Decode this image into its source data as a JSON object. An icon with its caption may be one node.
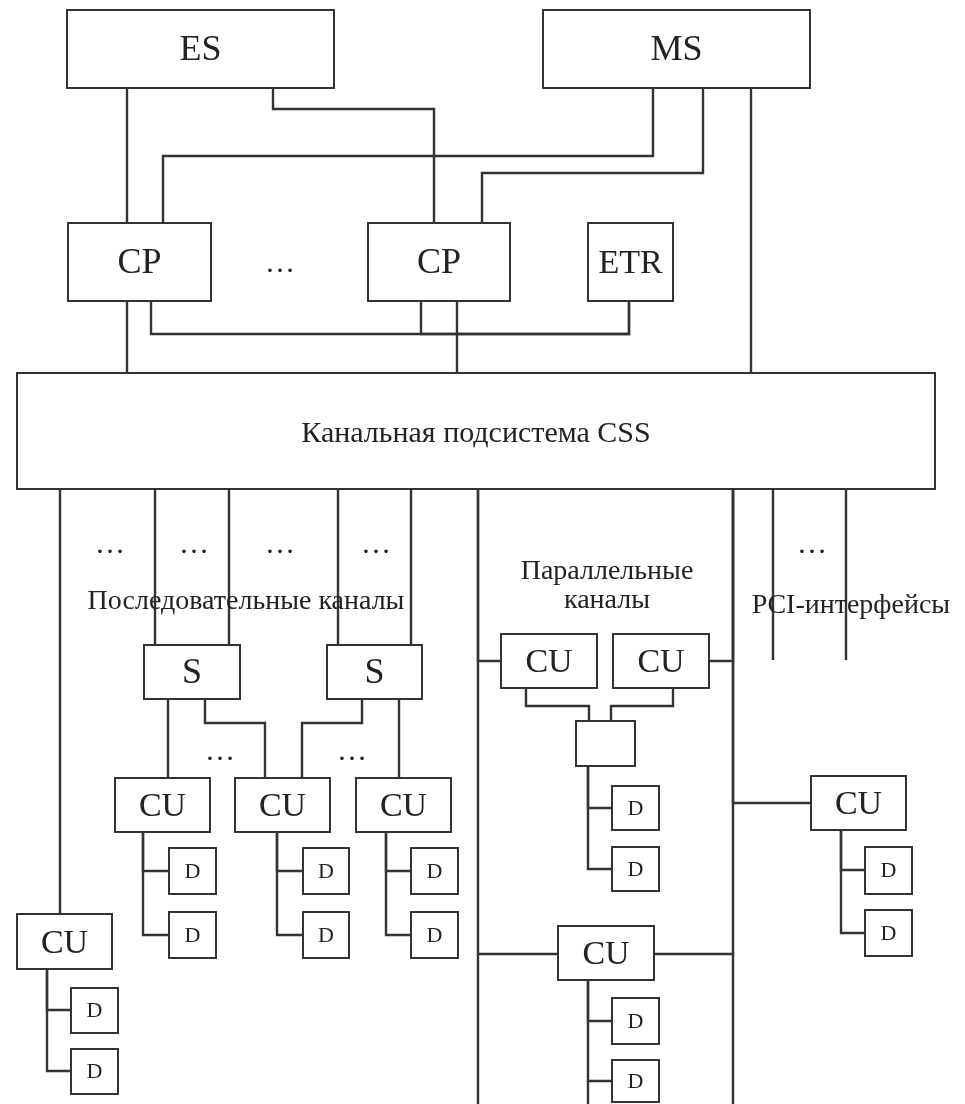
{
  "diagram": {
    "nodes": [
      {
        "text": [
          "ES"
        ]
      },
      {
        "text": [
          "MS"
        ]
      },
      {
        "text": [
          "CP"
        ]
      },
      {
        "text": [
          "CP"
        ]
      },
      {
        "text": [
          "ETR"
        ]
      },
      {
        "text": [
          "Канальная подсистема CSS"
        ]
      },
      {
        "text": [
          "CU"
        ]
      },
      {
        "text": [
          "CU"
        ]
      },
      {
        "text": [
          "S"
        ]
      },
      {
        "text": [
          "S"
        ]
      },
      {
        "text": [],
        "shape": "box"
      },
      {
        "text": [
          "CU"
        ]
      },
      {
        "text": [
          "CU"
        ]
      },
      {
        "text": [
          "CU"
        ]
      },
      {
        "text": [
          "CU"
        ]
      },
      {
        "text": [
          "D"
        ]
      },
      {
        "text": [
          "D"
        ]
      },
      {
        "text": [
          "D"
        ]
      },
      {
        "text": [
          "D"
        ]
      },
      {
        "text": [
          "D"
        ]
      },
      {
        "text": [
          "D"
        ]
      },
      {
        "text": [
          "D"
        ]
      },
      {
        "text": [
          "D"
        ]
      },
      {
        "text": [
          "D"
        ]
      },
      {
        "text": [
          "D"
        ]
      },
      {
        "text": [
          "CU"
        ]
      },
      {
        "text": [
          "CU"
        ]
      },
      {
        "text": [
          "D"
        ]
      },
      {
        "text": [
          "D"
        ]
      },
      {
        "text": [
          "D"
        ]
      },
      {
        "text": [
          "D"
        ]
      }
    ],
    "edges": [
      {
        "from": 0,
        "to": 2,
        "arrow": "none"
      },
      {
        "from": 0,
        "to": 3,
        "arrow": "none"
      },
      {
        "from": 1,
        "to": 2,
        "arrow": "none"
      },
      {
        "from": 1,
        "to": 3,
        "arrow": "none"
      },
      {
        "from": 1,
        "to": 5,
        "arrow": "none"
      },
      {
        "from": 2,
        "to": 5,
        "arrow": "none"
      },
      {
        "from": 3,
        "to": 5,
        "arrow": "none"
      },
      {
        "from": 2,
        "to": 4,
        "arrow": "none"
      },
      {
        "from": 3,
        "to": 4,
        "arrow": "none"
      },
      {
        "from": 5,
        "to": 25,
        "arrow": "none"
      },
      {
        "from": 5,
        "to": 8,
        "arrow": "none"
      },
      {
        "from": 5,
        "to": 8,
        "arrow": "none"
      },
      {
        "from": 5,
        "to": 9,
        "arrow": "none"
      },
      {
        "from": 5,
        "to": 9,
        "arrow": "none"
      },
      {
        "from": 8,
        "to": 12,
        "arrow": "none"
      },
      {
        "from": 8,
        "to": 13,
        "arrow": "none"
      },
      {
        "from": 9,
        "to": 13,
        "arrow": "none"
      },
      {
        "from": 9,
        "to": 14,
        "arrow": "none"
      },
      {
        "from": 5,
        "to": 6,
        "arrow": "none"
      },
      {
        "from": 5,
        "to": 7,
        "arrow": "none"
      },
      {
        "from": 5,
        "to": 26,
        "arrow": "none"
      },
      {
        "from": 5,
        "to": 26,
        "arrow": "none"
      },
      {
        "from": 5,
        "to": 11,
        "arrow": "none"
      },
      {
        "from": 5,
        "to": null,
        "arrow": "none"
      },
      {
        "from": 5,
        "to": null,
        "arrow": "none"
      },
      {
        "from": 6,
        "to": 10,
        "arrow": "none"
      },
      {
        "from": 7,
        "to": 10,
        "arrow": "none"
      },
      {
        "from": 10,
        "to": 15,
        "arrow": "none"
      },
      {
        "from": 10,
        "to": 16,
        "arrow": "none"
      },
      {
        "from": 11,
        "to": 17,
        "arrow": "none"
      },
      {
        "from": 11,
        "to": 21,
        "arrow": "none"
      },
      {
        "from": 12,
        "to": 18,
        "arrow": "none"
      },
      {
        "from": 12,
        "to": 22,
        "arrow": "none"
      },
      {
        "from": 13,
        "to": 19,
        "arrow": "none"
      },
      {
        "from": 13,
        "to": 23,
        "arrow": "none"
      },
      {
        "from": 14,
        "to": 20,
        "arrow": "none"
      },
      {
        "from": 14,
        "to": 24,
        "arrow": "none"
      },
      {
        "from": 25,
        "to": 27,
        "arrow": "none"
      },
      {
        "from": 25,
        "to": 29,
        "arrow": "none"
      },
      {
        "from": 26,
        "to": 28,
        "arrow": "none"
      },
      {
        "from": 26,
        "to": 30,
        "arrow": "none"
      }
    ],
    "labels": [
      "…",
      "…",
      "…",
      "…",
      "…",
      "…",
      "Параллельные каналы",
      "Последовательные каналы",
      "PCI-интерфейсы",
      "…",
      "…"
    ]
  }
}
